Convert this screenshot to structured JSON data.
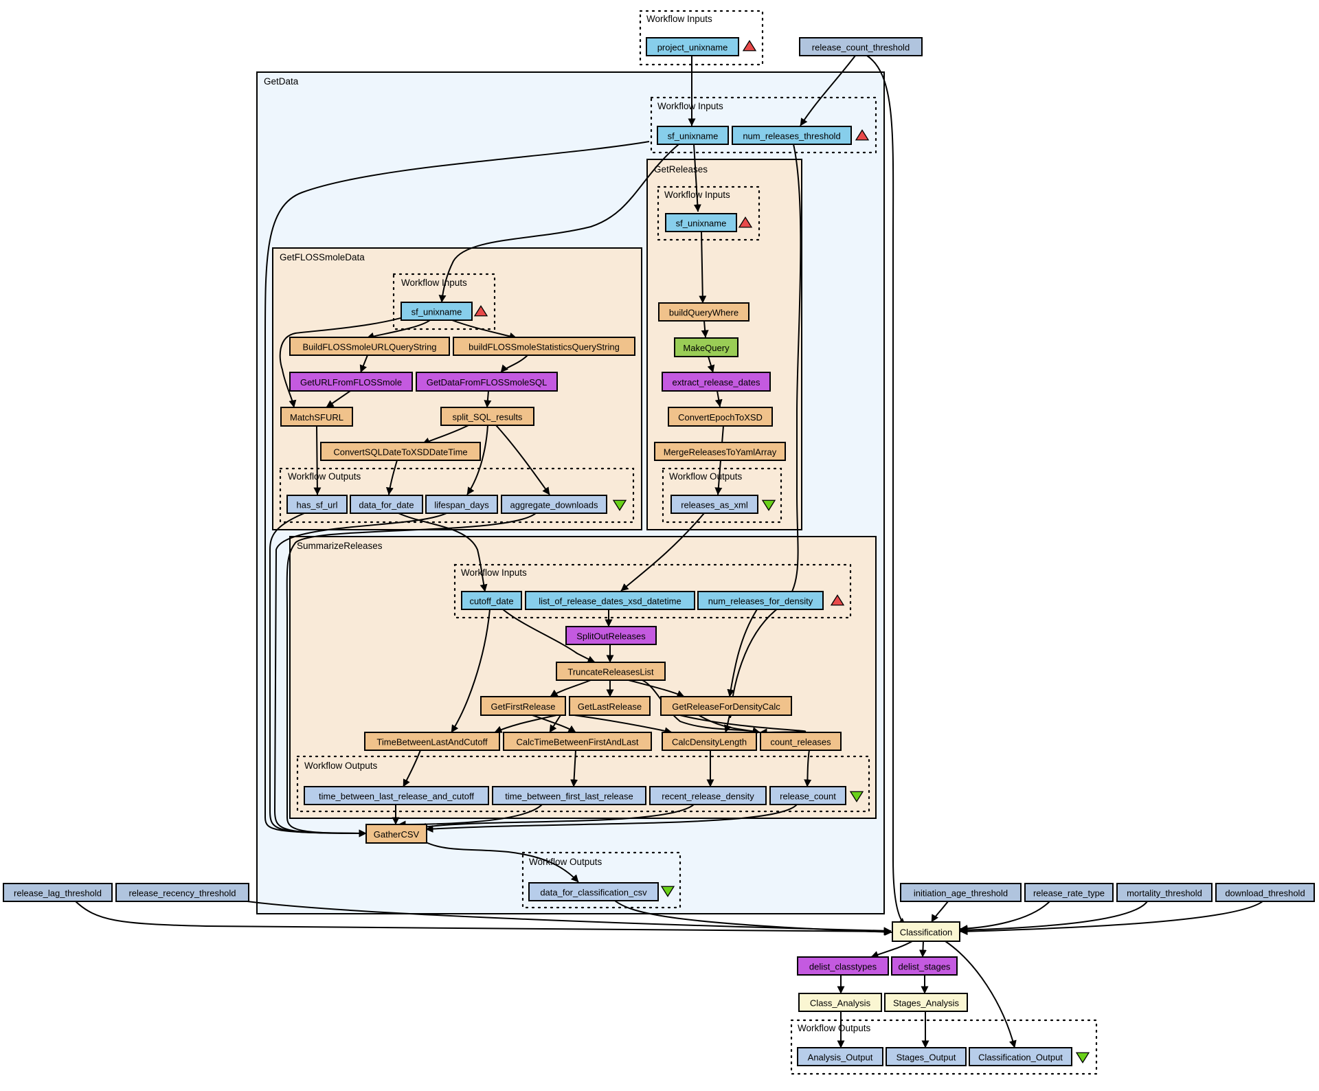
{
  "colors": {
    "workflow_input": "#87ceeb",
    "workflow_output": "#b7cdea",
    "external_port": "#b0c4de",
    "beanshell": "#f0c28b",
    "rest": "#9acd56",
    "wsdl": "#c45ae0",
    "nested": "#faf6d2",
    "getdata_bg": "#eef6fd",
    "subworkflow_bg": "#f9ead8",
    "input_marker": "#e84a4a",
    "output_marker": "#6ad11a"
  },
  "icons": {
    "input_marker": "red-triangle-up-icon",
    "output_marker": "green-triangle-down-icon"
  },
  "clusters": {
    "top_inputs": "Workflow Inputs",
    "getdata": "GetData",
    "getdata_inputs": "Workflow Inputs",
    "getreleases": "GetReleases",
    "getreleases_inputs": "Workflow Inputs",
    "getreleases_outputs": "Workflow Outputs",
    "getfloss": "GetFLOSSmoleData",
    "getfloss_inputs": "Workflow Inputs",
    "getfloss_outputs": "Workflow Outputs",
    "summarize": "SummarizeReleases",
    "summarize_inputs": "Workflow Inputs",
    "summarize_outputs": "Workflow Outputs",
    "getdata_outputs": "Workflow Outputs",
    "final_outputs": "Workflow Outputs"
  },
  "nodes": {
    "project_unixname": "project_unixname",
    "release_count_threshold": "release_count_threshold",
    "gd_sf_unixname": "sf_unixname",
    "num_releases_threshold": "num_releases_threshold",
    "gr_sf_unixname": "sf_unixname",
    "buildQueryWhere": "buildQueryWhere",
    "MakeQuery": "MakeQuery",
    "extract_release_dates": "extract_release_dates",
    "ConvertEpochToXSD": "ConvertEpochToXSD",
    "MergeReleasesToYamlArray": "MergeReleasesToYamlArray",
    "releases_as_xml": "releases_as_xml",
    "fm_sf_unixname": "sf_unixname",
    "BuildFLOSSmoleURLQueryString": "BuildFLOSSmoleURLQueryString",
    "buildFLOSSmoleStatisticsQueryString": "buildFLOSSmoleStatisticsQueryString",
    "GetURLFromFLOSSmole": "GetURLFromFLOSSmole",
    "GetDataFromFLOSSmoleSQL": "GetDataFromFLOSSmoleSQL",
    "MatchSFURL": "MatchSFURL",
    "split_SQL_results": "split_SQL_results",
    "ConvertSQLDateToXSDDateTime": "ConvertSQLDateToXSDDateTime",
    "has_sf_url": "has_sf_url",
    "data_for_date": "data_for_date",
    "lifespan_days": "lifespan_days",
    "aggregate_downloads": "aggregate_downloads",
    "cutoff_date": "cutoff_date",
    "list_of_release_dates_xsd_datetime": "list_of_release_dates_xsd_datetime",
    "num_releases_for_density": "num_releases_for_density",
    "SplitOutReleases": "SplitOutReleases",
    "TruncateReleasesList": "TruncateReleasesList",
    "GetFirstRelease": "GetFirstRelease",
    "GetLastRelease": "GetLastRelease",
    "GetReleaseForDensityCalc": "GetReleaseForDensityCalc",
    "TimeBetweenLastAndCutoff": "TimeBetweenLastAndCutoff",
    "CalcTimeBetweenFirstAndLast": "CalcTimeBetweenFirstAndLast",
    "CalcDensityLength": "CalcDensityLength",
    "count_releases": "count_releases",
    "time_between_last_release_and_cutoff": "time_between_last_release_and_cutoff",
    "time_between_first_last_release": "time_between_first_last_release",
    "recent_release_density": "recent_release_density",
    "release_count": "release_count",
    "GatherCSV": "GatherCSV",
    "data_for_classification_csv": "data_for_classification_csv",
    "release_lag_threshold": "release_lag_threshold",
    "release_recency_threshold": "release_recency_threshold",
    "initiation_age_threshold": "initiation_age_threshold",
    "release_rate_type": "release_rate_type",
    "mortality_threshold": "mortality_threshold",
    "download_threshold": "download_threshold",
    "Classification": "Classification",
    "delist_classtypes": "delist_classtypes",
    "delist_stages": "delist_stages",
    "Class_Analysis": "Class_Analysis",
    "Stages_Analysis": "Stages_Analysis",
    "Analysis_Output": "Analysis_Output",
    "Stages_Output": "Stages_Output",
    "Classification_Output": "Classification_Output"
  }
}
